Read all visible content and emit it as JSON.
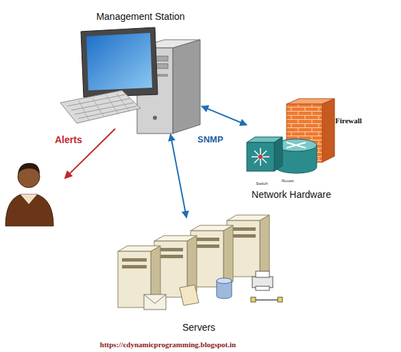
{
  "diagram": {
    "nodes": [
      {
        "text": [
          "Management Station"
        ]
      },
      {
        "text": [
          "Network Hardware"
        ]
      },
      {
        "text": [
          "Firewall"
        ],
        "in": 1
      },
      {
        "text": [
          "Switch"
        ],
        "in": 1
      },
      {
        "text": [
          "Router"
        ],
        "in": 1
      },
      {
        "text": [
          "Servers"
        ]
      }
    ],
    "edges": [
      {
        "from": 0,
        "to": 1,
        "arrow": "both"
      },
      {
        "from": 0,
        "to": 5,
        "arrow": "both"
      }
    ],
    "labels": [
      "Alerts",
      "SNMP",
      "https://cdynamicprogramming.blogspot.in"
    ]
  }
}
